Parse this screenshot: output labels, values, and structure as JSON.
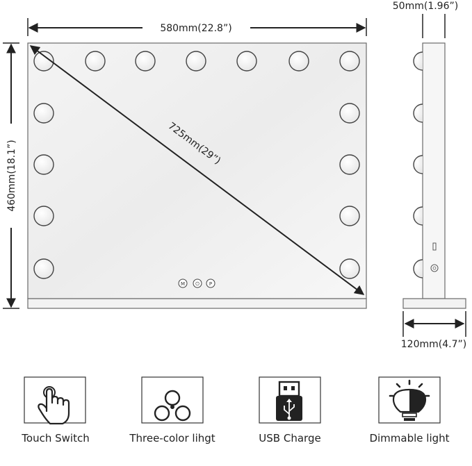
{
  "dimensions": {
    "width": "580mm(22.8”)",
    "height": "460mm(18.1”)",
    "diagonal": "725mm(29”)",
    "depth": "50mm(1.96”)",
    "base": "120mm(4.7”)"
  },
  "touch_buttons": [
    "M",
    "⏻",
    "P"
  ],
  "features": [
    {
      "label": "Touch Switch",
      "icon": "touch-hand-icon"
    },
    {
      "label": "Three-color lihgt",
      "icon": "three-color-icon"
    },
    {
      "label": "USB Charge",
      "icon": "usb-icon"
    },
    {
      "label": "Dimmable light",
      "icon": "bulb-icon"
    }
  ]
}
